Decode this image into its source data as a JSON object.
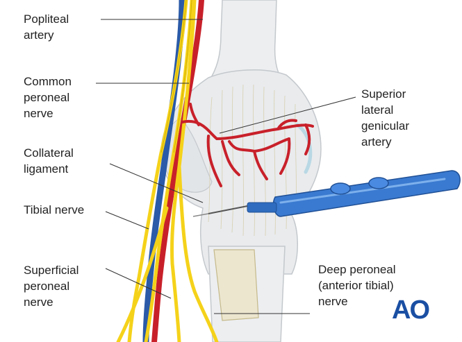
{
  "labels": {
    "popliteal_artery": "Popliteal\nartery",
    "common_peroneal_nerve": "Common\nperoneal\nnerve",
    "collateral_ligament": "Collateral\nligament",
    "tibial_nerve": "Tibial nerve",
    "superficial_peroneal_nerve": "Superficial\nperoneal\nnerve",
    "superior_lateral_genicular_artery": "Superior\nlateral\ngenicular\nartery",
    "deep_peroneal_nerve": "Deep peroneal\n(anterior tibial)\nnerve"
  },
  "logo": "AO",
  "colors": {
    "bone": "#eceef0",
    "bone_outline": "#c4c8cc",
    "ligament": "#e6e8ea",
    "nerve": "#f5d21a",
    "nerve_outline": "#c9a800",
    "artery": "#c8202a",
    "vein": "#2a5aa8",
    "cautery": "#3a7ad0",
    "leader": "#333333",
    "logo": "#1a4fa3"
  }
}
